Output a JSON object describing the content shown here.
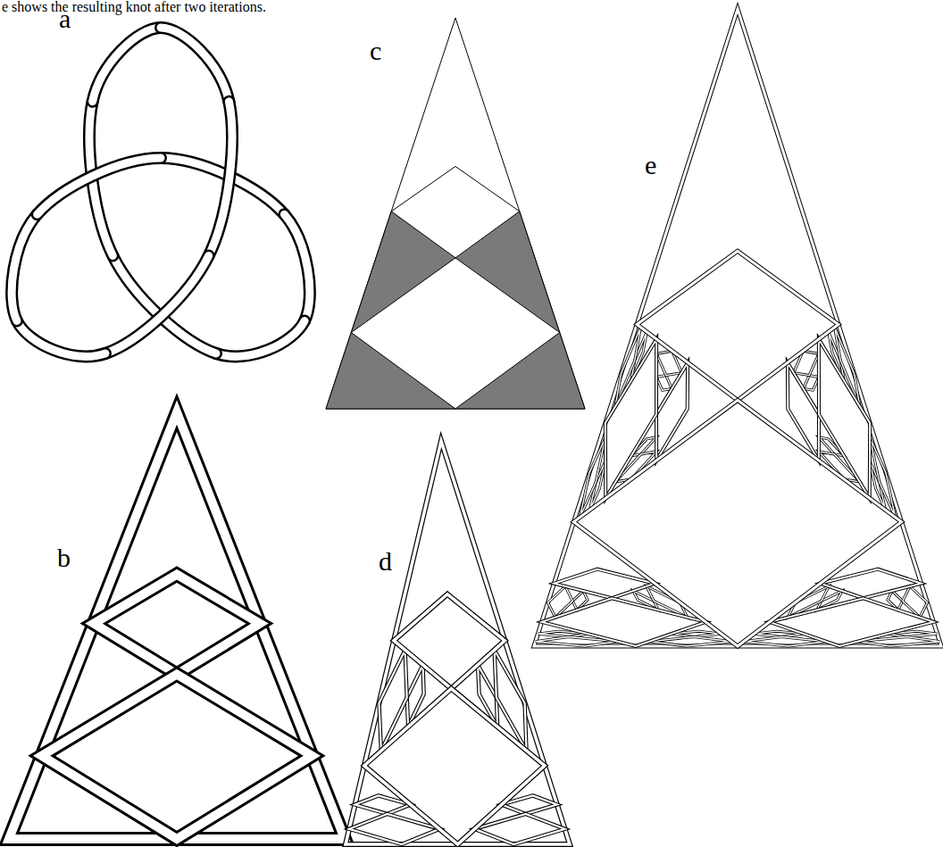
{
  "diagram": {
    "labels": [
      "e shows the resulting knot after two iterations.",
      "a",
      "c",
      "e",
      "b",
      "d"
    ]
  }
}
